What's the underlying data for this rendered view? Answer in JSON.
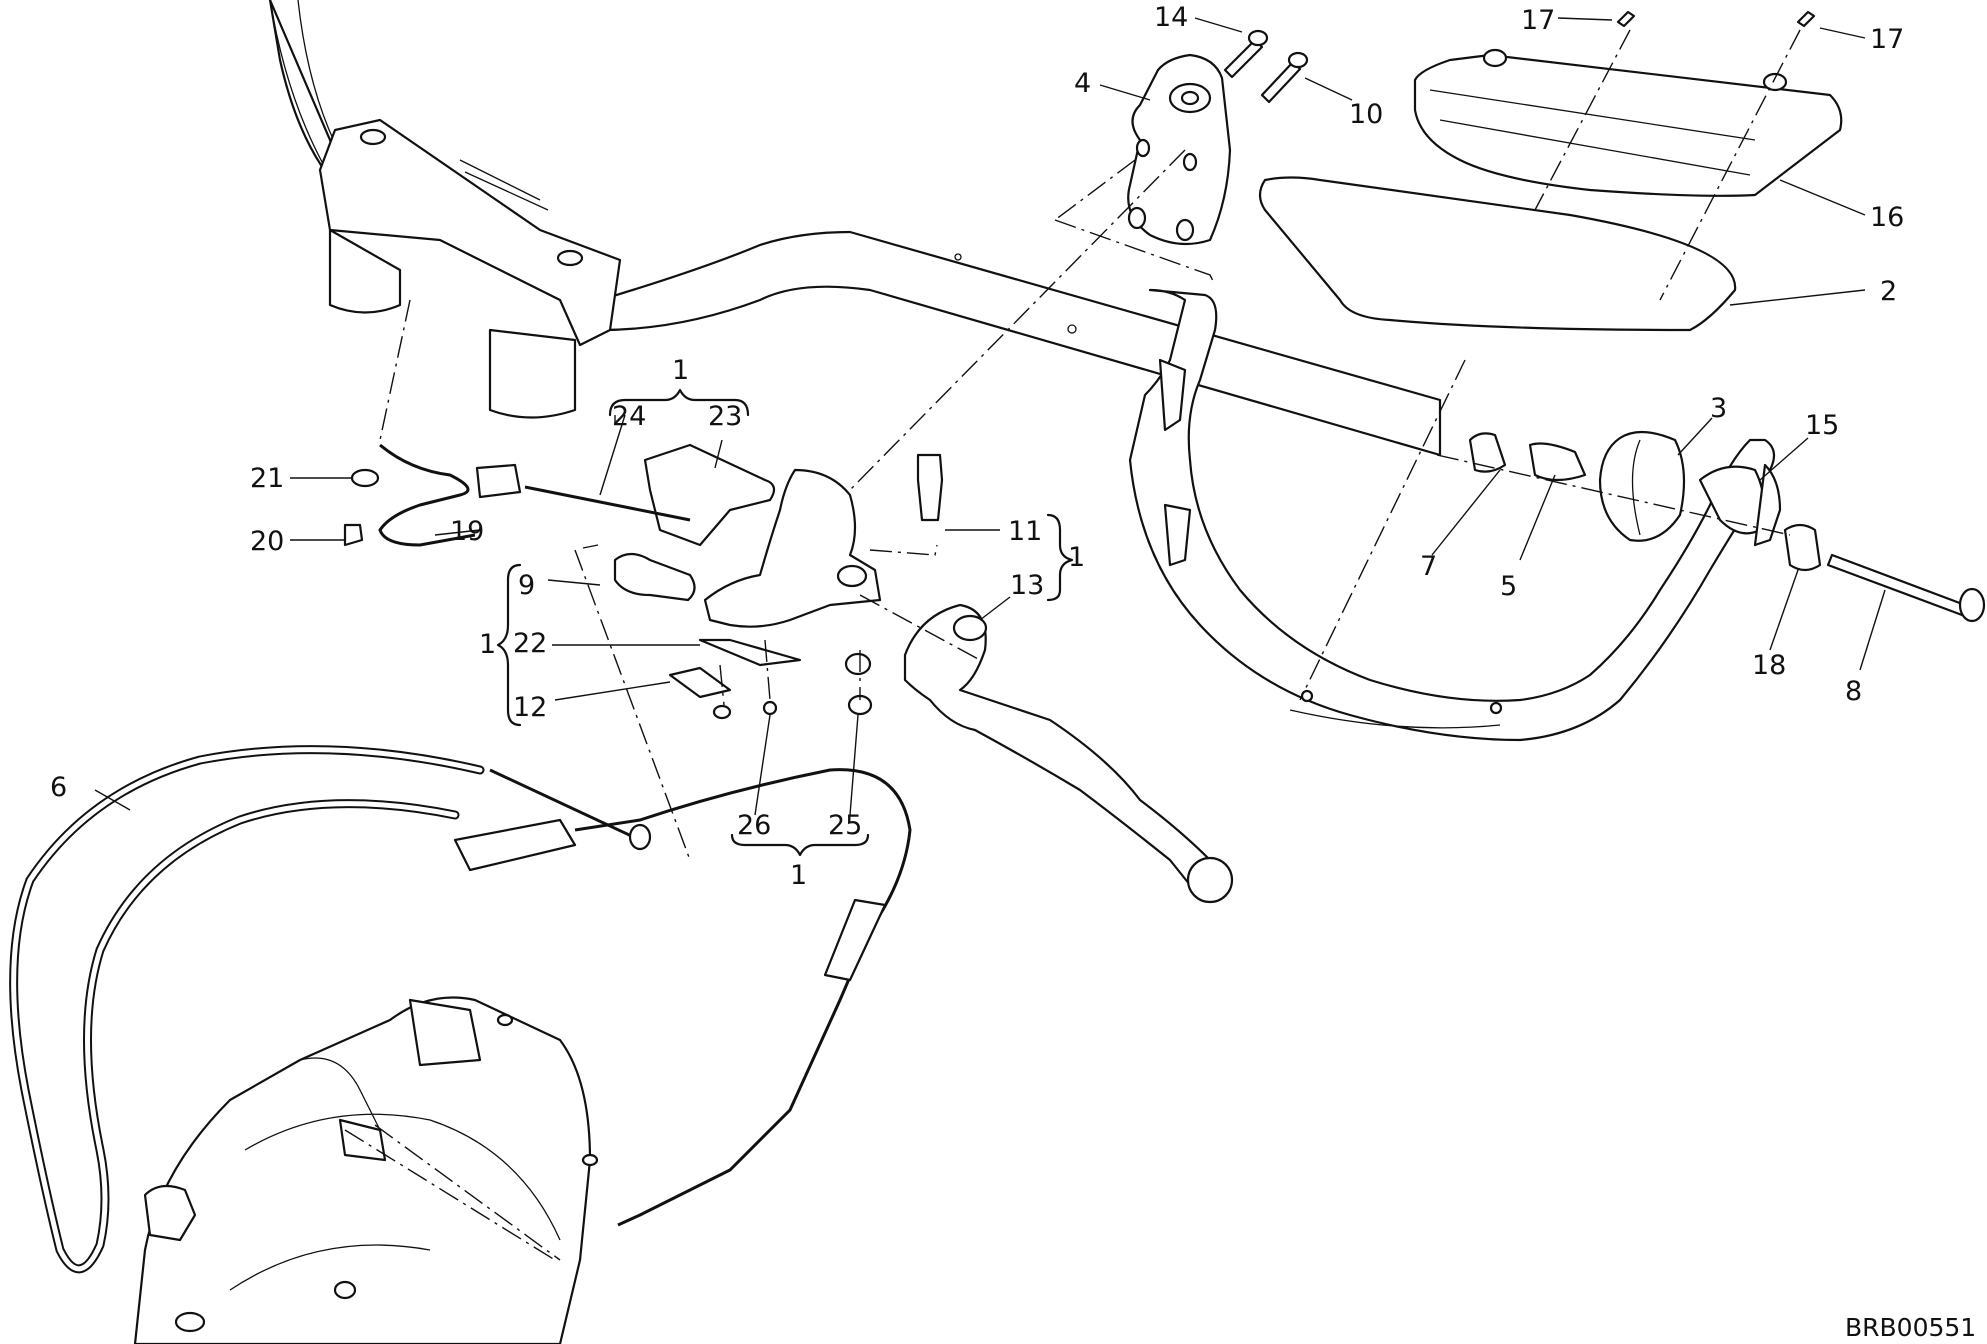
{
  "diagram": {
    "drawing_code": "BRB00551",
    "colors": {
      "line": "#111111",
      "background": "#ffffff"
    },
    "callouts": [
      {
        "id": "c14",
        "text": "14"
      },
      {
        "id": "c4",
        "text": "4"
      },
      {
        "id": "c10",
        "text": "10"
      },
      {
        "id": "c17a",
        "text": "17"
      },
      {
        "id": "c17b",
        "text": "17"
      },
      {
        "id": "c16",
        "text": "16"
      },
      {
        "id": "c2",
        "text": "2"
      },
      {
        "id": "c1top",
        "text": "1"
      },
      {
        "id": "c24",
        "text": "24"
      },
      {
        "id": "c23",
        "text": "23"
      },
      {
        "id": "c3",
        "text": "3"
      },
      {
        "id": "c15",
        "text": "15"
      },
      {
        "id": "c21",
        "text": "21"
      },
      {
        "id": "c20",
        "text": "20"
      },
      {
        "id": "c19",
        "text": "19"
      },
      {
        "id": "c11",
        "text": "11"
      },
      {
        "id": "c1right",
        "text": "1"
      },
      {
        "id": "c13",
        "text": "13"
      },
      {
        "id": "c7",
        "text": "7"
      },
      {
        "id": "c5",
        "text": "5"
      },
      {
        "id": "c18",
        "text": "18"
      },
      {
        "id": "c8",
        "text": "8"
      },
      {
        "id": "c9",
        "text": "9"
      },
      {
        "id": "c1left",
        "text": "1"
      },
      {
        "id": "c22",
        "text": "22"
      },
      {
        "id": "c12",
        "text": "12"
      },
      {
        "id": "c6",
        "text": "6"
      },
      {
        "id": "c26",
        "text": "26"
      },
      {
        "id": "c25",
        "text": "25"
      },
      {
        "id": "c1bottom",
        "text": "1"
      }
    ]
  }
}
